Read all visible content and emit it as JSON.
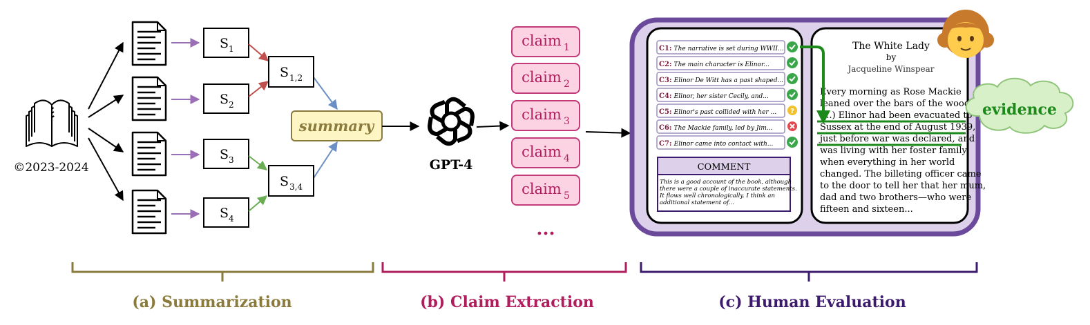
{
  "colors": {
    "stage_a": "#8a7a3c",
    "stage_b": "#b01c5c",
    "stage_c": "#3c1a6e",
    "purple_arrow": "#9b6fb5",
    "red_arrow": "#c0504d",
    "blue_arrow": "#6b8fc4",
    "green_arrow": "#6aad55",
    "summary_fill": "#fdf5c4",
    "claim_fill": "#fbd3e3",
    "claim_stroke": "#c23a7a",
    "frame": "#6b4a9b",
    "frame_fill": "#ddd0ea",
    "evidence_green": "#1b8a1b",
    "evidence_cloud": "#d8f0c8"
  },
  "book": {
    "copyright": "©2023-2024",
    "icon": "open-book-icon"
  },
  "summarization": {
    "chunk_summaries": [
      "S",
      "S",
      "S",
      "S"
    ],
    "chunk_subs": [
      "1",
      "2",
      "3",
      "4"
    ],
    "merge_nodes": [
      {
        "base": "S",
        "sub": "1,2"
      },
      {
        "base": "S",
        "sub": "3,4"
      }
    ],
    "summary_label": "summary",
    "stage_label": "(a) Summarization"
  },
  "model": {
    "name": "GPT-4",
    "icon": "openai-logo-icon"
  },
  "claims": {
    "items": [
      {
        "base": "claim",
        "sub": "1"
      },
      {
        "base": "claim",
        "sub": "2"
      },
      {
        "base": "claim",
        "sub": "3"
      },
      {
        "base": "claim",
        "sub": "4"
      },
      {
        "base": "claim",
        "sub": "5"
      }
    ],
    "more": "...",
    "stage_label": "(b) Claim Extraction"
  },
  "evaluation": {
    "claim_list": [
      {
        "id": "C1",
        "text": "The narrative is set during WWII...",
        "status": "supported"
      },
      {
        "id": "C2",
        "text": "The main character is Elinor...",
        "status": "supported"
      },
      {
        "id": "C3",
        "text": "Elinor De Witt has a past shaped...",
        "status": "supported"
      },
      {
        "id": "C4",
        "text": "Elinor, her sister Cecily, and...",
        "status": "supported"
      },
      {
        "id": "C5",
        "text": "Elinor's past collided with her ...",
        "status": "unclear"
      },
      {
        "id": "C6",
        "text": "The Mackie family, led by Jim...",
        "status": "unsupported"
      },
      {
        "id": "C7",
        "text": "Elinor came into contact with...",
        "status": "supported"
      }
    ],
    "comment_title": "COMMENT",
    "comment_lines": [
      "This is a good account of the book, although",
      "there were a couple of inaccurate statements.",
      "It flows well chronologically. I think an",
      "additional statement of..."
    ],
    "book_title": "The White Lady",
    "book_by": "by",
    "book_author": "Jacqueline Winspear",
    "book_lines": [
      "Every morning as Rose Mackie",
      "leaned over the bars of the wooden",
      "(...) Elinor had been evacuated to",
      "Sussex at the end of August 1939,",
      "just before war was declared, and",
      "was living with her foster family",
      "when everything in her world",
      "changed. The billeting officer came",
      "to the door to tell her that her mum,",
      "dad and two brothers—who were",
      "fifteen and sixteen..."
    ],
    "evidence_label": "evidence",
    "annotator_icon": "girl-annotator-icon",
    "stage_label": "(c) Human Evaluation"
  }
}
